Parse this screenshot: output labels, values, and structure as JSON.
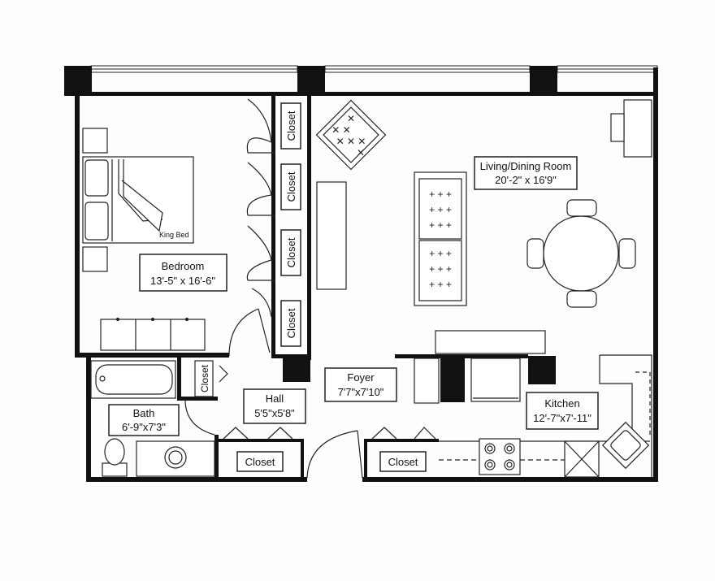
{
  "rooms": {
    "bedroom": {
      "name": "Bedroom",
      "dims": "13'-5\" x 16'-6\""
    },
    "living": {
      "name": "Living/Dining Room",
      "dims": "20'-2\" x 16'9\""
    },
    "foyer": {
      "name": "Foyer",
      "dims": "7'7\"x7'10\""
    },
    "hall": {
      "name": "Hall",
      "dims": "5'5\"x5'8\""
    },
    "bath": {
      "name": "Bath",
      "dims": "6'-9\"x7'3\""
    },
    "kitchen": {
      "name": "Kitchen",
      "dims": "12'-7\"x7'-11\""
    }
  },
  "closet_label": "Closet",
  "bed_label": "King Bed",
  "colors": {
    "wall": "#111111",
    "line": "#222222",
    "paper": "#fdfdfd"
  }
}
